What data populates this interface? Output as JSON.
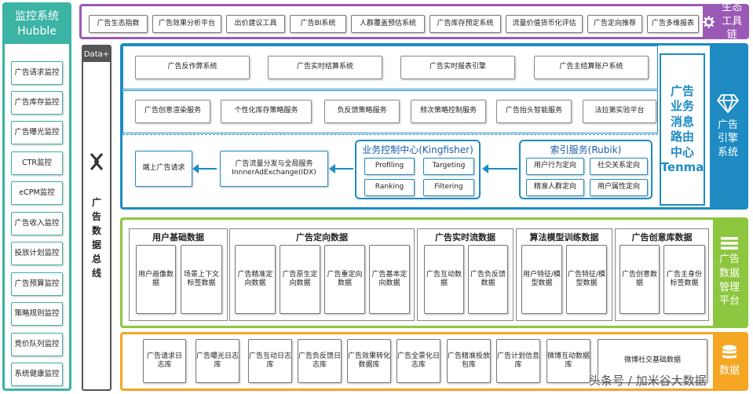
{
  "hubble": {
    "title_line1": "监控系统",
    "title_line2": "Hubble",
    "items": [
      "广告请求监控",
      "广告库存监控",
      "广告曝光监控",
      "CTR监控",
      "eCPM监控",
      "广告收入监控",
      "投放计划监控",
      "广告预算监控",
      "策略规则监控",
      "竞价队列监控",
      "系统健康监控"
    ]
  },
  "bus": {
    "head": "Data+",
    "chars": [
      "广",
      "告",
      "数",
      "据",
      "总",
      "线"
    ]
  },
  "toolchain": {
    "items": [
      "广告生态指数",
      "广告效果分析平台",
      "出价建议工具",
      "广告BI系统",
      "人群覆盖预估系统",
      "广告库存预定系统",
      "流量价值货币化评估",
      "广告定向推荐",
      "广告多维报表"
    ],
    "label_line1": "生态",
    "label_line2": "工具链"
  },
  "engine": {
    "row1": [
      "广告反作弊系统",
      "广告实时结算系统",
      "广告实时报表引擎",
      "广告主结算账户系统"
    ],
    "row2": [
      "广告创意渲染服务",
      "个性化库存策略服务",
      "负反馈策略服务",
      "频次策略控制服务",
      "广告抬头智能服务",
      "法拉第实验平台"
    ],
    "request": "端上广告请求",
    "idx_line1": "广告流量分发与全局服务",
    "idx_line2": "InnnerAdExchange(IDX)",
    "kingfisher": {
      "title": "业务控制中心(Kingfisher)",
      "items": [
        "Profiling",
        "Targeting",
        "Ranking",
        "Filtering"
      ]
    },
    "rubik": {
      "title": "索引服务(Rubik)",
      "items": [
        "用户行为定向",
        "社交关系定向",
        "精准人群定向",
        "用户属性定向"
      ]
    },
    "tenma_chars": [
      "广告",
      "业务",
      "消息",
      "路由",
      "中心",
      "Tenma"
    ],
    "label": [
      "广告",
      "引擎",
      "系统"
    ]
  },
  "data_management": {
    "groups": [
      {
        "title": "用户基础数据",
        "items": [
          "用户画像数据",
          "场景上下文标签数据"
        ]
      },
      {
        "title": "广告定向数据",
        "items": [
          "广告精准定向数据",
          "广告原生定向数据",
          "广告重定向数据",
          "广告基本定向数据"
        ]
      },
      {
        "title": "广告实时流数据",
        "items": [
          "广告互动数据",
          "广告负反馈数据"
        ]
      },
      {
        "title": "算法模型训练数据",
        "items": [
          "用户特征/模型数据",
          "广告特征/模型数据"
        ]
      },
      {
        "title": "广告创意库数据",
        "items": [
          "广告创意数据",
          "广告主身份标签数据"
        ]
      }
    ],
    "label": [
      "广告",
      "数据",
      "管理",
      "平台"
    ]
  },
  "data": {
    "items": [
      "广告请求日志库",
      "广告曝光日志库",
      "广告互动日志库",
      "广告负反馈日志库",
      "广告效果转化数据库",
      "广告全景化日志库",
      "广告精准投放包库",
      "广告计划信息库",
      "微博互动数据库",
      "微博社交基础数据"
    ],
    "label": "数据"
  },
  "watermark": "头条号 / 加米谷大数据",
  "colors": {
    "hubble": "#3bb3a5",
    "toolchain": "#9b59b6",
    "engine": "#1e8bc3",
    "data_management": "#8dc63f",
    "data": "#f5a623",
    "bus": "#555555"
  }
}
